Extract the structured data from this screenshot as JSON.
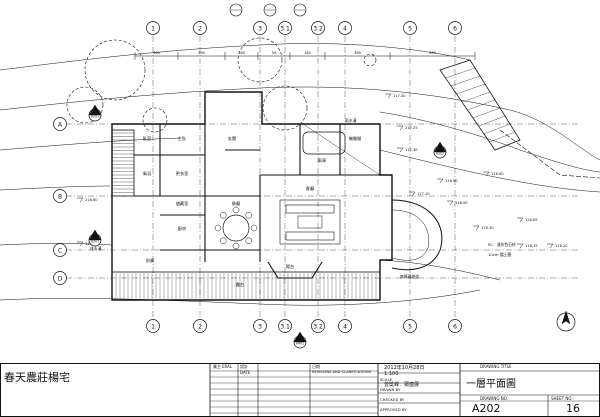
{
  "project_title": "春天農莊楊宅",
  "grid_columns": [
    "1",
    "2",
    "3",
    "3.1",
    "3.2",
    "4",
    "5",
    "6"
  ],
  "grid_rows": [
    "A",
    "B",
    "C",
    "D"
  ],
  "dimensions_top": [
    "360",
    "360",
    "180",
    "50",
    "180",
    "360",
    "360"
  ],
  "room_labels": [
    "臥室",
    "主臥",
    "更衣室",
    "衛浴",
    "廚房",
    "餐廳",
    "客廳",
    "玄關",
    "車庫",
    "儲藏室",
    "陽台",
    "機電間",
    "露台",
    "前廊"
  ],
  "elevations": [
    "117.30",
    "117.25",
    "117.30",
    "116.90",
    "117.10",
    "116.95",
    "116.60",
    "116.85",
    "116.35",
    "116.20",
    "116.30",
    "116.60",
    "116.85"
  ],
  "notes": [
    "雨水溝",
    "排水溝",
    "PC：淺灰色石材",
    "10cm 擋土牆",
    "無障礙坡道"
  ],
  "section_marks": [
    "A201",
    "A301",
    "A302",
    "A401"
  ],
  "title_block": {
    "owner_label": "業主",
    "owner_value": "ERAL",
    "designer_label": "設計",
    "date_label": "DATE",
    "revisions_label": "REVISIONS AND CLARIFICATIONS",
    "date_field_label": "日期",
    "date_value": "2012年10月28日",
    "scale_label": "SCALE",
    "scale_value": "1:100",
    "drawn_label": "DRAWN BY",
    "drawn_value": "曾獎峰．鄭盛展",
    "checked_label": "CHECKED BY",
    "approved_label": "APPROVED BY",
    "drawing_title_label": "DRAWING TITLE",
    "drawing_title": "一層平面圖",
    "drawing_no_label": "DRAWING NO.",
    "drawing_no": "A202",
    "sheet_no_label": "SHEET NO.",
    "sheet_no": "16"
  }
}
